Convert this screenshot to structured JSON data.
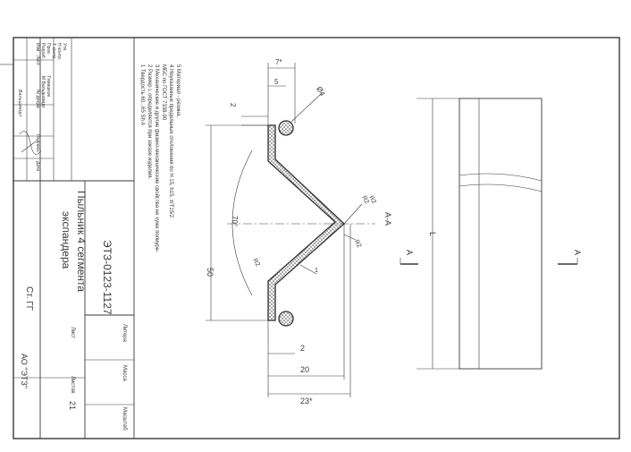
{
  "drawing": {
    "designation": "ЭТЗ-0123-1127",
    "title_line1": "Пыльник 4 сегмента",
    "title_line2": "экспандера",
    "organization": "АО \"ЭТЗ\"",
    "sheets_total": "21",
    "stamp": "Ст. ГГ",
    "labels": {
      "litera": "Литера",
      "mass": "Масса",
      "scale": "Масштаб",
      "sheet": "Лист",
      "sheets": "Листов"
    },
    "sign_block": {
      "header": [
        "Изм",
        "Лист",
        "№ докум.",
        "Подпись",
        "Дата"
      ],
      "rows": [
        {
          "role": "Разраб.",
          "name": "М Вальдшмидт"
        },
        {
          "role": "Пров.",
          "name": "Гемашков"
        },
        {
          "role": "Т контр.",
          "name": ""
        },
        {
          "role": "Н контр.",
          "name": ""
        },
        {
          "role": "Утв.",
          "name": ""
        }
      ],
      "extra": "Вальшмидт"
    },
    "notes": [
      "1  Твердость  60...65 Sh A",
      "2  Размер L определяется при заказе изделия.",
      "3  Механические  и другие физико-механические свойства не хуже полиуре-",
      "    МБС  по  ГОСТ  7338-90",
      "4  Неуказанные  предельные отклонения по  H 15, h15, ±IT15/2",
      "5  Материал - резина."
    ],
    "dimensions": {
      "top_width": "7*",
      "top_inner": "5",
      "wall": "2",
      "bead": "Ø4",
      "radius_a": "R2",
      "radius_b": "R2",
      "radius_c": "R2",
      "angle": "70°",
      "height": "50",
      "thickness": "2",
      "base": "2",
      "width_20": "20",
      "width_23": "23*",
      "thick_1": "1",
      "length": "L"
    },
    "section_label": "А-А",
    "section_mark": "А"
  }
}
